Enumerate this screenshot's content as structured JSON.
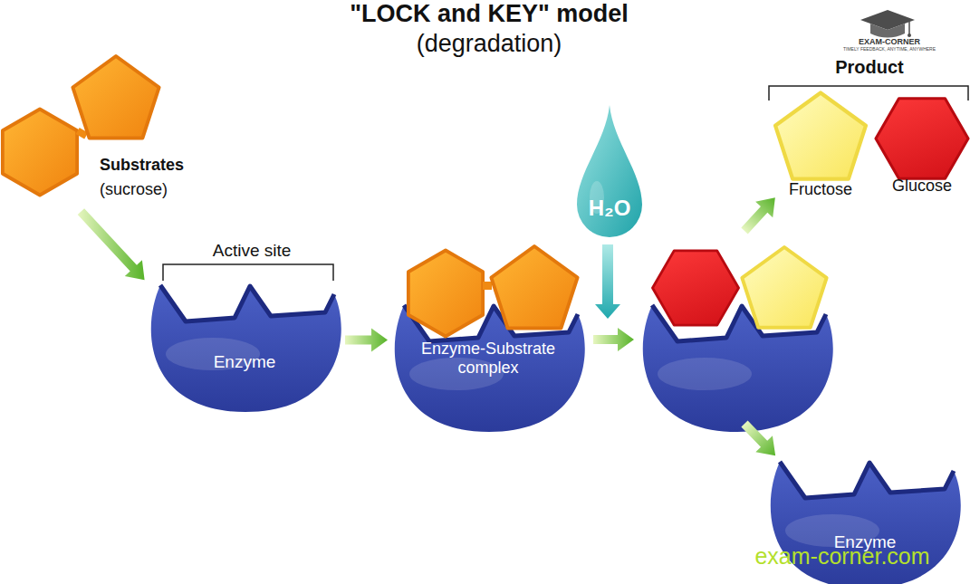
{
  "diagram": {
    "title": "\"LOCK and KEY\" model",
    "nodes": [
      {
        "text": [
          "Substrates",
          "(sucrose)"
        ]
      },
      {
        "text": [
          "Fructose"
        ]
      },
      {
        "text": [
          "Glucose"
        ]
      },
      {
        "text": [
          "H₂O"
        ]
      },
      {
        "text": [
          "Enzyme"
        ]
      },
      {
        "text": [
          "Enzyme-Substrate complex"
        ]
      },
      {
        "text": [
          "Enzyme"
        ]
      }
    ],
    "edges": [
      {
        "from": 0,
        "to": 4,
        "arrow": "to"
      },
      {
        "from": 4,
        "to": 5,
        "arrow": "to"
      }
    ],
    "labels": [
      "(degradation)",
      "EXAM-CORNER",
      "TIMELY FEEDBACK, ANYTIME, ANYWHERE",
      "Product",
      "Active site",
      "exam-corner.com"
    ]
  }
}
